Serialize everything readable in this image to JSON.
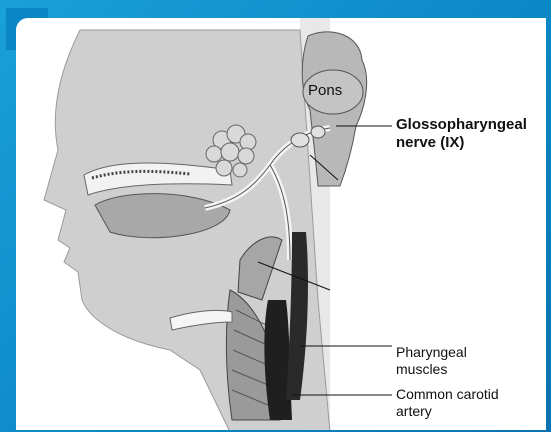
{
  "labels": {
    "pons": "Pons",
    "nerve_line1": "Glossopharyngeal",
    "nerve_line2": "nerve (IX)",
    "muscles_line1": "Pharyngeal",
    "muscles_line2": "muscles",
    "carotid_line1": "Common carotid",
    "carotid_line2": "artery"
  },
  "colors": {
    "frame": "#0a86c5",
    "tissue": "#c9c9c9",
    "nerve": "#e6e6e6",
    "vessel": "#222222"
  }
}
